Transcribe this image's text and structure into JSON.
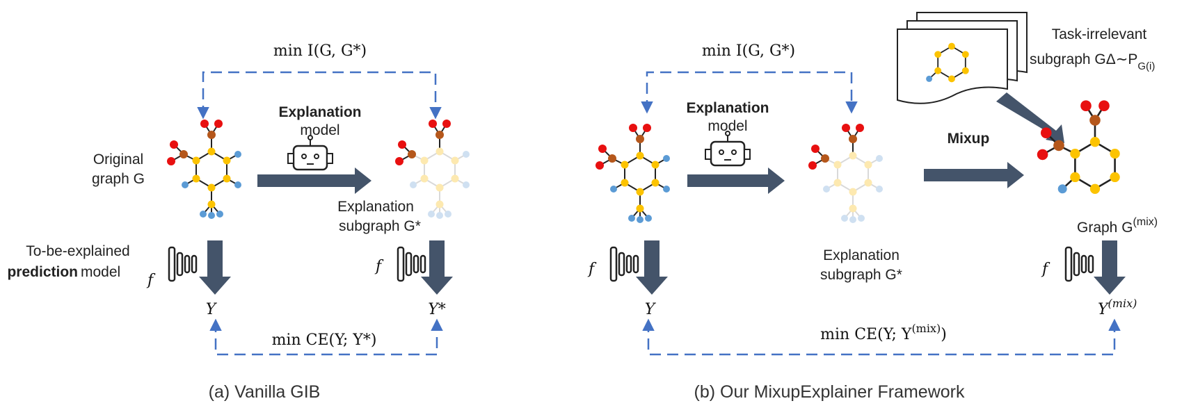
{
  "left_panel": {
    "caption": "(a) Vanilla GIB",
    "original_graph_line1": "Original",
    "original_graph_line2": "graph G",
    "explanation_label_bold": "Explanation",
    "explanation_label_rest": "model",
    "explanation_subgraph_line1": "Explanation",
    "explanation_subgraph_line2": "subgraph G*",
    "prediction_line1": "To-be-explained",
    "prediction_line2_bold": "prediction",
    "prediction_line2_rest": "model",
    "f_symbol": "f",
    "y_label": "Y",
    "y_star_label": "Y*",
    "top_formula": "min I(G, G*)",
    "bottom_formula": "min CE(Y; Y*)"
  },
  "right_panel": {
    "caption": "(b) Our MixupExplainer Framework",
    "explanation_label_bold": "Explanation",
    "explanation_label_rest": "model",
    "explanation_subgraph_line1": "Explanation",
    "explanation_subgraph_line2": "subgraph G*",
    "mixup_label": "Mixup",
    "task_irrelevant_line1": "Task-irrelevant",
    "task_irrelevant_line2": "subgraph GΔ∼P",
    "task_irrelevant_subscript": "G(i)",
    "graph_mix_label": "Graph G",
    "graph_mix_sup": "(mix)",
    "f_symbol": "f",
    "y_label": "Y",
    "y_mix_label": "Y",
    "y_mix_sup": "(mix)",
    "top_formula": "min I(G, G*)",
    "bottom_formula": "min CE(Y; Y",
    "bottom_formula_sup": "(mix)",
    "bottom_formula_end": ")"
  },
  "colors": {
    "dashed_arrow": "#4472c4",
    "big_arrow": "#44546a",
    "atom_yellow": "#fcc300",
    "atom_red": "#e81010",
    "atom_brown": "#b5571b",
    "atom_blue": "#5b9bd5"
  },
  "icons": [
    "robot-icon",
    "network-icon",
    "molecule-icon",
    "document-stack-icon"
  ]
}
